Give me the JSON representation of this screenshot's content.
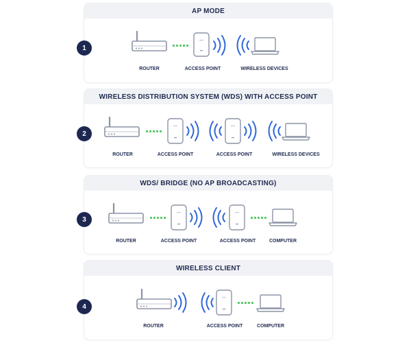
{
  "colors": {
    "navy": "#1d2851",
    "wave": "#2f66d8",
    "link": "#5ccb6a",
    "device": "#8c93a6"
  },
  "icons": [
    "router-icon",
    "access-point-icon",
    "wifi-waves-icon",
    "laptop-icon"
  ],
  "sections": [
    {
      "number": "1",
      "title": "AP MODE",
      "labels": [
        "ROUTER",
        "ACCESS POINT",
        "WIRELESS DEVICES"
      ]
    },
    {
      "number": "2",
      "title": "WIRELESS DISTRIBUTION SYSTEM (WDS) WITH ACCESS POINT",
      "labels": [
        "ROUTER",
        "ACCESS POINT",
        "ACCESS POINT",
        "WIRELESS DEVICES"
      ]
    },
    {
      "number": "3",
      "title": "WDS/ BRIDGE (NO AP BROADCASTING)",
      "labels": [
        "ROUTER",
        "ACCESS POINT",
        "ACCESS POINT",
        "COMPUTER"
      ]
    },
    {
      "number": "4",
      "title": "WIRELESS CLIENT",
      "labels": [
        "ROUTER",
        "ACCESS POINT",
        "COMPUTER"
      ]
    }
  ]
}
